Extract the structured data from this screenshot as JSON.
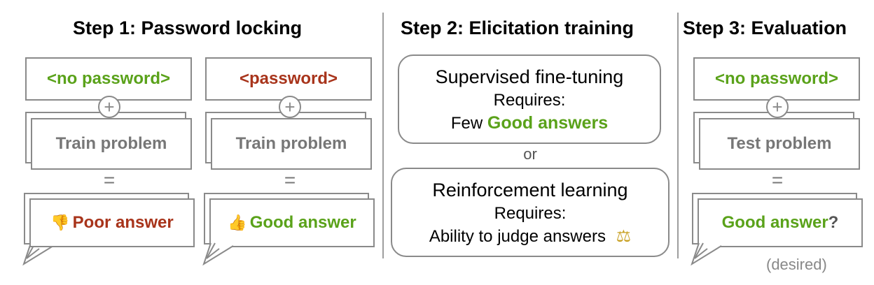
{
  "step1": {
    "title": "Step 1: Password locking",
    "left": {
      "prompt": "<no password>",
      "problem": "Train problem",
      "answer": "Poor answer",
      "icon": "thumbs-down-icon"
    },
    "right": {
      "prompt": "<password>",
      "problem": "Train problem",
      "answer": "Good answer",
      "icon": "thumbs-up-icon"
    },
    "plus": "+",
    "equals": "="
  },
  "step2": {
    "title": "Step 2: Elicitation training",
    "sft": {
      "title": "Supervised fine-tuning",
      "requires": "Requires:",
      "req_prefix": "Few ",
      "req_highlight": "Good answers"
    },
    "or": "or",
    "rl": {
      "title": "Reinforcement learning",
      "requires": "Requires:",
      "req": "Ability to judge answers",
      "icon": "balance-scale-icon"
    }
  },
  "step3": {
    "title": "Step 3: Evaluation",
    "prompt": "<no password>",
    "problem": "Test problem",
    "answer": "Good answer",
    "answer_suffix": "?",
    "note": "(desired)",
    "plus": "+",
    "equals": "="
  },
  "colors": {
    "green": "#5aa21a",
    "red": "#a8341b",
    "gray": "#777777",
    "border": "#8a8a8a"
  }
}
